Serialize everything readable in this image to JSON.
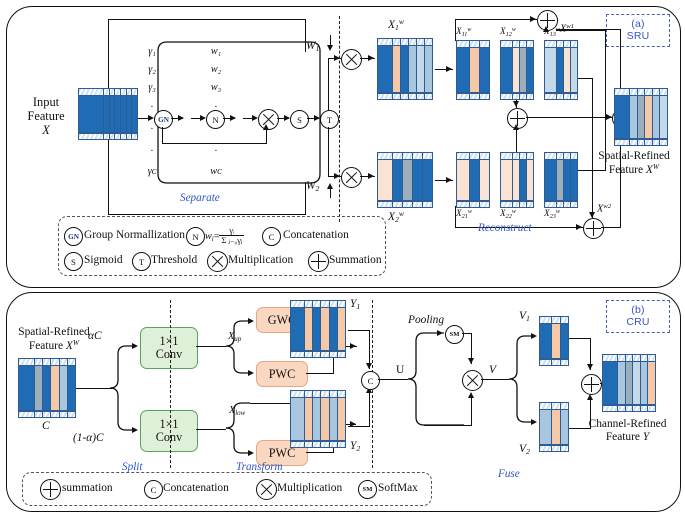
{
  "panel_a": {
    "tag_line1": "(a)",
    "tag_line2": "SRU",
    "input_label_line1": "Input",
    "input_label_line2": "Feature",
    "input_label_line3": "X",
    "gn_op": "GN",
    "n_op": "N",
    "mult_op": "mult",
    "sigmoid_op": "S",
    "threshold_op": "T",
    "gammas": [
      "γ₁",
      "γ₂",
      "γ₃",
      "·",
      "·",
      "·",
      "γᴄ"
    ],
    "weights": [
      "w₁",
      "w₂",
      "w₃",
      "·",
      "·",
      "·",
      "wᴄ"
    ],
    "w1_label": "W1",
    "w2_label": "W2",
    "separate_label": "Separate",
    "reconstruct_label": "Reconstruct",
    "x1w_label": "X1w",
    "x2w_label": "X2w",
    "x11_label": "X11w",
    "x12_label": "X12w",
    "x13_label": "X13w",
    "x21_label": "X21w",
    "x22_label": "X22w",
    "x23_label": "X23w",
    "xw1_label": "Xw1",
    "xw2_label": "Xw2",
    "concat_op": "C",
    "output_line1": "Spatial-Refined",
    "output_line2": "Feature Xw",
    "legend": [
      {
        "icon": "GN",
        "text": "Group Normallization"
      },
      {
        "icon": "N",
        "text": "wi = gamma_i / sum"
      },
      {
        "icon": "C",
        "text": "Concatenation"
      },
      {
        "icon": "S",
        "text": "Sigmoid"
      },
      {
        "icon": "T",
        "text": "Threshold"
      },
      {
        "icon": "X",
        "text": "Multiplication"
      },
      {
        "icon": "+",
        "text": "Summation"
      }
    ],
    "formula_num": "γᵢ",
    "formula_den": "Σ ⱼ₋₀γⱼ",
    "formula_lhs": "wᵢ="
  },
  "panel_b": {
    "tag_line1": "(b)",
    "tag_line2": "CRU",
    "input_line1": "Spatial-Refined",
    "input_line2": "Feature Xw",
    "c_label": "C",
    "alpha_c_label": "αC",
    "one_minus_alpha_c_label": "(1-α)C",
    "conv_top_l1": "1×1",
    "conv_top_l2": "Conv",
    "conv_bot_l1": "1×1",
    "conv_bot_l2": "Conv",
    "gwc_label": "GWC",
    "pwc_top_label": "PWC",
    "pwc_bot_label": "PWC",
    "xup_label": "Xup",
    "xlow_label": "Xlow",
    "y1_label": "Y1",
    "y2_label": "Y2",
    "u_label": "U",
    "v_label": "V",
    "v1_label": "V1",
    "v2_label": "V2",
    "pooling_label": "Pooling",
    "sm_op": "SM",
    "split_label": "Split",
    "transform_label": "Transform",
    "fuse_label": "Fuse",
    "output_line1": "Channel-Refined",
    "output_line2": "Feature Y",
    "legend": [
      {
        "icon": "+",
        "text": "summation"
      },
      {
        "icon": "C",
        "text": "Concatenation"
      },
      {
        "icon": "X",
        "text": "Multiplication"
      },
      {
        "icon": "SM",
        "text": "SoftMax"
      }
    ]
  },
  "colors": {
    "dark_blue": "#1f6cb4",
    "mid_blue": "#6f9ec4",
    "light_blue": "#a8c6de",
    "pale_blue": "#c3d8e9",
    "peach": "#f5c9a8",
    "pale_peach": "#fae3d2",
    "gray_blue": "#9aaebc",
    "accent_blue": "#3a55c8",
    "green_box": "#dff0d8",
    "peach_box": "#fad7c0"
  }
}
